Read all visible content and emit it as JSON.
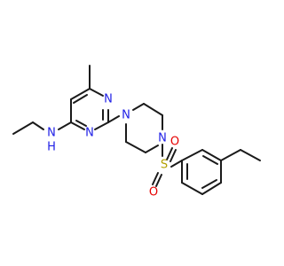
{
  "diagram": {
    "type": "chemical-structure",
    "colors": {
      "bond": "#1a1a1a",
      "nitrogen": "#1e1ee6",
      "oxygen": "#e60000",
      "sulfur": "#b3a000"
    },
    "atoms": {
      "pyrimidine_n1": {
        "label": "N",
        "element": "nitrogen"
      },
      "pyrimidine_n3": {
        "label": "N",
        "element": "nitrogen"
      },
      "amine_n": {
        "label": "N",
        "element": "nitrogen"
      },
      "amine_h": {
        "label": "H",
        "element": "nitrogen"
      },
      "piperazine_n1": {
        "label": "N",
        "element": "nitrogen"
      },
      "piperazine_n4": {
        "label": "N",
        "element": "nitrogen"
      },
      "sulfonyl_s": {
        "label": "S",
        "element": "sulfur"
      },
      "sulfonyl_o_top": {
        "label": "O",
        "element": "oxygen"
      },
      "sulfonyl_o_bottom": {
        "label": "O",
        "element": "oxygen"
      }
    }
  }
}
